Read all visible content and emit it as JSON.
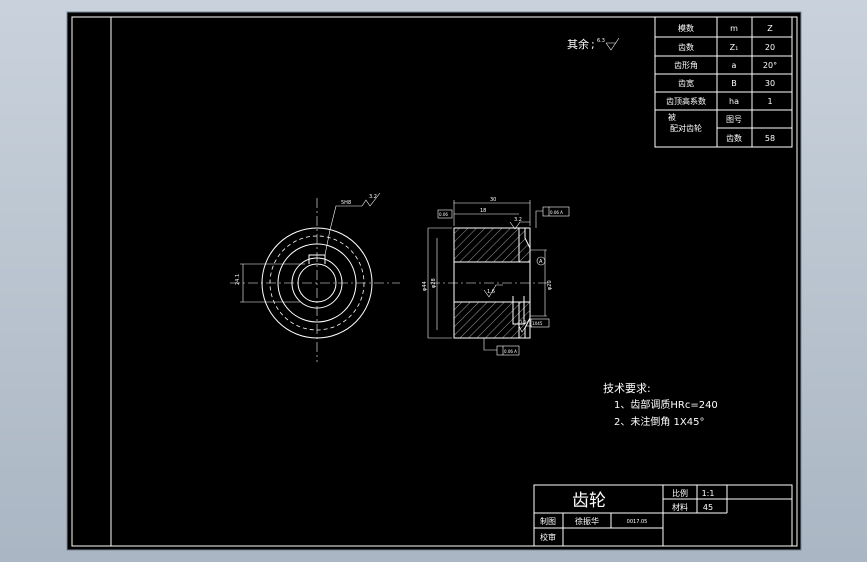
{
  "surface_note": {
    "label": "其余",
    "symbol": "6.3"
  },
  "param_table": [
    {
      "name": "模数",
      "symbol": "m",
      "value": "Z"
    },
    {
      "name": "齿数",
      "symbol": "Z₁",
      "value": "20"
    },
    {
      "name": "齿形角",
      "symbol": "a",
      "value": "20°"
    },
    {
      "name": "齿宽",
      "symbol": "B",
      "value": "30"
    },
    {
      "name": "齿顶高系数",
      "symbol": "ha",
      "value": "1"
    },
    {
      "name": "配对齿轮",
      "prefix": "被",
      "sub_rows": [
        {
          "name": "图号",
          "value": ""
        },
        {
          "name": "齿数",
          "value": "58"
        }
      ]
    }
  ],
  "front_view_labels": {
    "key_width": "5H8",
    "keyway_depth": "24.1",
    "roughness": "3.2"
  },
  "section_view_labels": {
    "total_width": "30",
    "hub_width": "18",
    "tolerance_box_top": "0.06 A",
    "tolerance_box_bottom": "0.06 A",
    "tolerance_box_left": "0.06",
    "outer_dia": "φ44",
    "hub_dia": "φ28",
    "bore_dia": "φ20",
    "datum": "A",
    "roughness_a": "1.6",
    "roughness_b": "3.2",
    "roughness_c": "3.2",
    "chamfer": "1X45"
  },
  "tech_requirements": {
    "title": "技术要求:",
    "items": [
      "1、齿部调质HRc=240",
      "2、未注倒角 1X45°"
    ]
  },
  "title_block": {
    "part_name": "齿轮",
    "scale_label": "比例",
    "scale_value": "1:1",
    "material_label": "材料",
    "material_value": "45",
    "draw_label": "制图",
    "draw_name": "徐振华",
    "date": "0017.05",
    "check_label": "校审"
  }
}
